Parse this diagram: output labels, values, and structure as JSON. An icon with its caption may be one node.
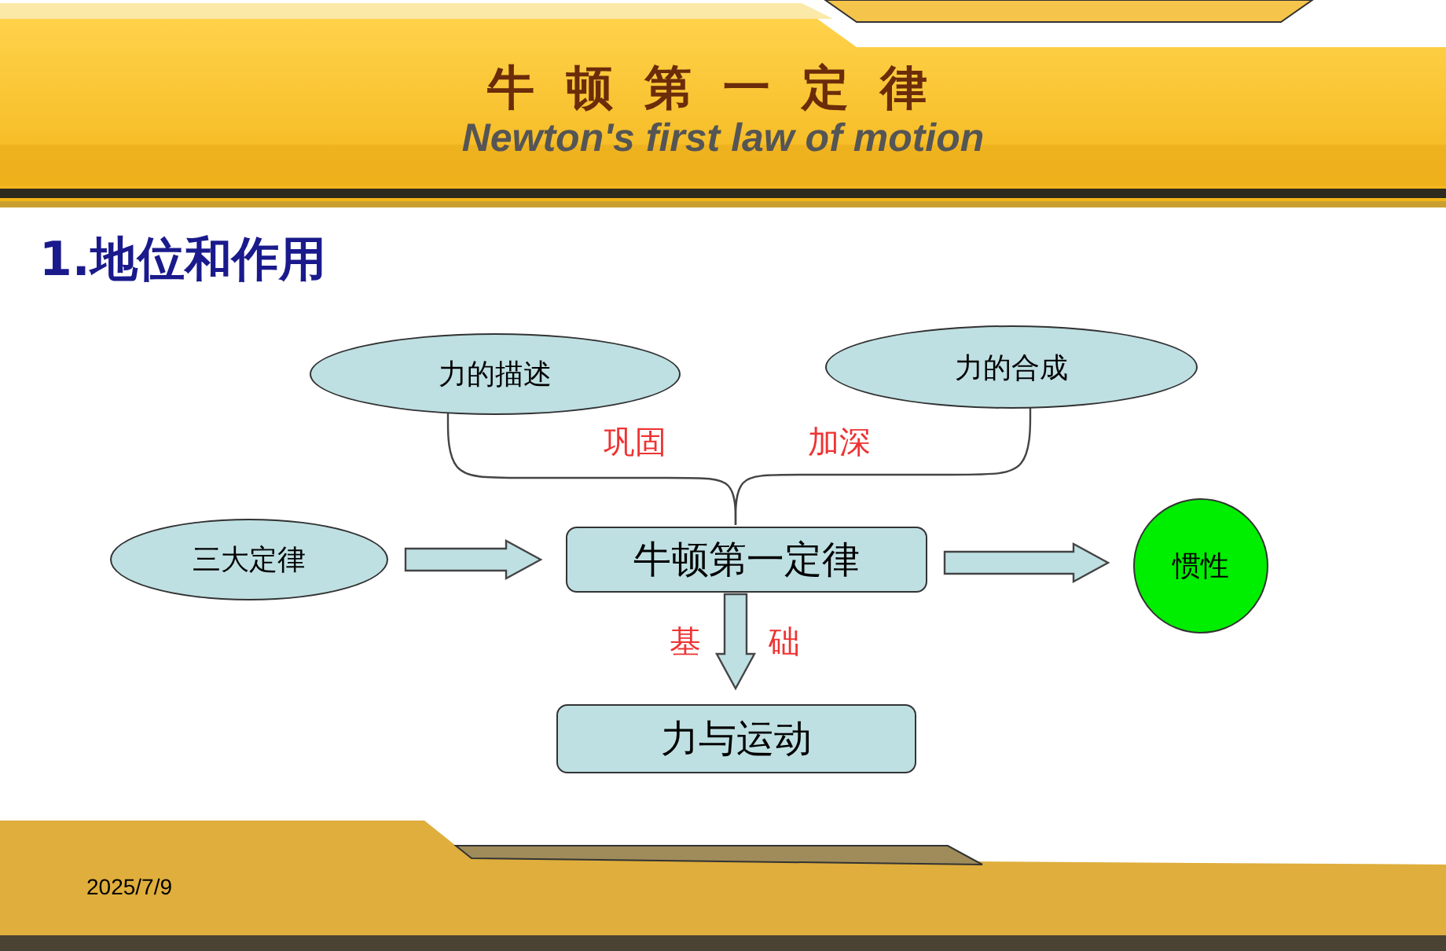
{
  "diagram": {
    "title": "牛顿第一定律",
    "nodes": [
      {
        "text": [
          "力的描述"
        ]
      },
      {
        "text": [
          "力的合成"
        ]
      },
      {
        "text": [
          "三大定律"
        ]
      },
      {
        "text": [
          "牛顿第一定律"
        ]
      },
      {
        "text": [
          "惯性"
        ]
      },
      {
        "text": [
          "力与运动"
        ]
      }
    ],
    "edges": [
      {
        "from": 0,
        "to": 3,
        "arrow": "none",
        "label": "巩固"
      },
      {
        "from": 1,
        "to": 3,
        "arrow": "none",
        "label": "加深"
      },
      {
        "from": 2,
        "to": 3,
        "arrow": "to"
      },
      {
        "from": 3,
        "to": 4,
        "arrow": "to"
      },
      {
        "from": 3,
        "to": 5,
        "arrow": "to",
        "label": "基"
      }
    ],
    "labels": [
      "Newton's first law of motion",
      "1.地位和作用",
      "础",
      "2025/7/9"
    ]
  }
}
